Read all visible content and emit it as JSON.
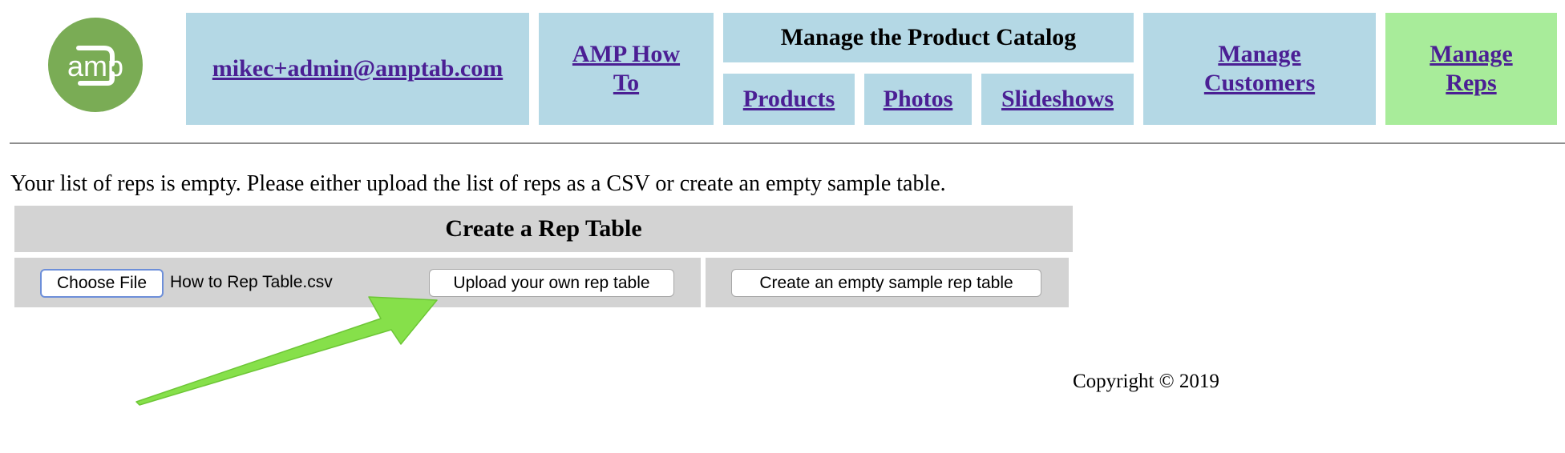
{
  "logo": {
    "text": "amp",
    "color": "#7aac55"
  },
  "nav": {
    "user_email": "mikec+admin@amptab.com",
    "how_to": "AMP How To",
    "catalog": {
      "title": "Manage the Product Catalog",
      "products": "Products",
      "photos": "Photos",
      "slideshows": "Slideshows"
    },
    "manage_customers": "Manage Customers",
    "manage_reps": "Manage Reps"
  },
  "colors": {
    "nav_bg": "#b4d8e5",
    "active_bg": "#a8ec9a",
    "link": "#4b1f94",
    "panel_bg": "#d3d3d3",
    "arrow": "#86e04a"
  },
  "message": "Your list of reps is empty. Please either upload the list of reps as a CSV or create an empty sample table.",
  "rep_table": {
    "title": "Create a Rep Table",
    "choose_file": "Choose File",
    "file_name": "How to Rep Table.csv",
    "upload_button": "Upload your own rep table",
    "create_button": "Create an empty sample rep table"
  },
  "footer": {
    "copyright": "Copyright © 2019"
  }
}
